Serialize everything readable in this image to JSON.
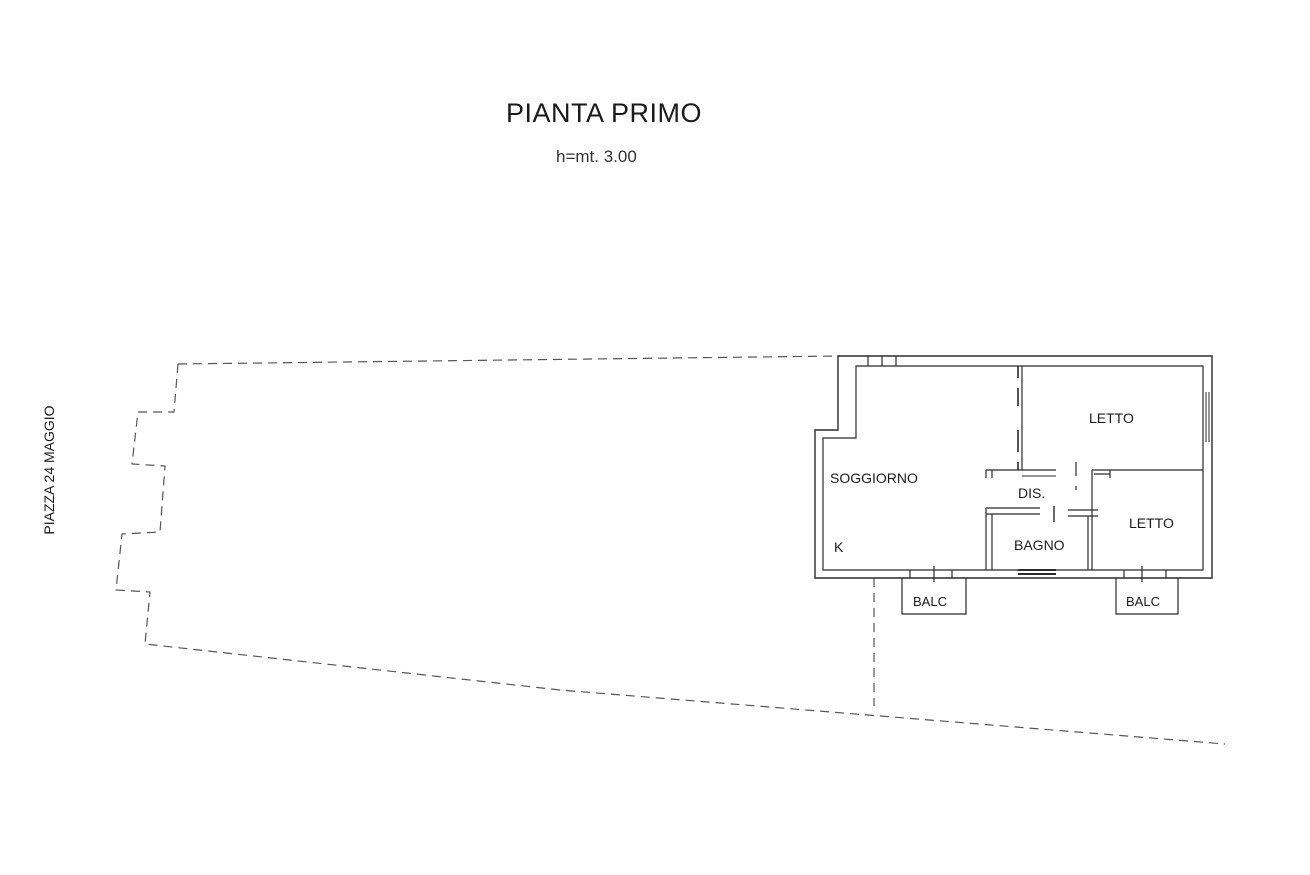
{
  "title": "PIANTA PRIMO",
  "subtitle": "h=mt. 3.00",
  "street_label": "PIAZZA 24 MAGGIO",
  "rooms": {
    "living": "SOGGIORNO",
    "kitchen_marker": "K",
    "hall": "DIS.",
    "bedroom_top": "LETTO",
    "bedroom_bottom": "LETTO",
    "bathroom": "BAGNO",
    "balcony_left": "BALC",
    "balcony_right": "BALC"
  },
  "colors": {
    "wall": "#2b2b2b",
    "dashed_outline": "#555555",
    "text": "#1a1a1a"
  }
}
